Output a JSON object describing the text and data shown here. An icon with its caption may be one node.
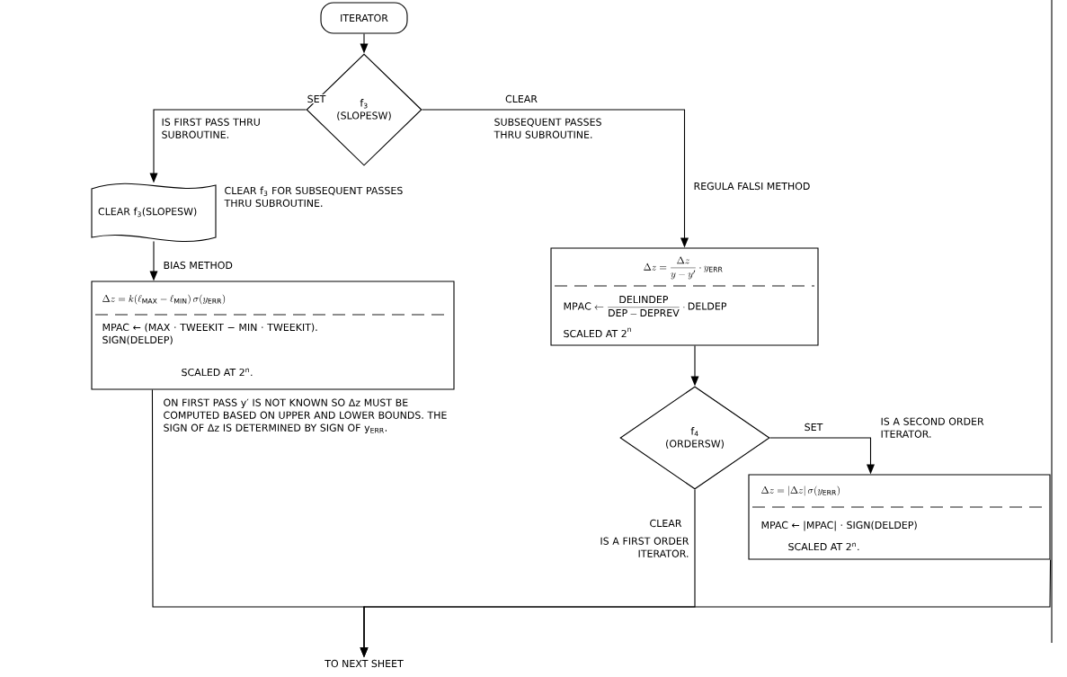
{
  "diagram": {
    "nodes": [
      {
        "text": [
          "ITERATOR"
        ]
      },
      {
        "text": [
          "f$_{3}$ (SLOPESW)"
        ]
      },
      {
        "text": [
          "CLEAR f$_{3}$(SLOPESW)"
        ],
        "beside": [
          "CLEAR f$_{3}$ FOR SUBSEQUENT PASSES THRU SUBROUTINE."
        ]
      },
      {
        "text": [
          "\\Delta z = k(\\ell_{\\mathrm{MAX}} - \\ell_{\\mathrm{MIN}})\\,\\sigma(y_{\\mathrm{ERR}})",
          "MPAC ← (MAX · TWEEKIT − MIN · TWEEKIT). SIGN(DELDEP)",
          "SCALED AT 2$^{n}$."
        ]
      },
      {
        "text": [
          "\\Delta z = \\frac{\\Delta z}{y - y'} \\cdot y_{\\mathrm{ERR}}",
          "\\mathrm{MPAC} \\leftarrow \\frac{\\mathrm{DELINDEP}}{\\mathrm{DEP-DEPREV}} \\cdot \\mathrm{DELDEP}",
          "SCALED AT 2$^{n}$"
        ]
      },
      {
        "text": [
          "f$_{4}$ (ORDERSW)"
        ]
      },
      {
        "text": [
          "\\Delta z = |\\Delta z|\\,\\sigma(y_{\\mathrm{ERR}})",
          "MPAC ← |MPAC| · SIGN(DELDEP)",
          "SCALED AT 2$^{n}$."
        ]
      },
      {
        "text": [
          "TO NEXT SHEET"
        ]
      }
    ],
    "edges": [
      {
        "from": 0,
        "to": 1,
        "arrow": "to"
      },
      {
        "from": 1,
        "to": 2,
        "arrow": "to",
        "label": "SET"
      },
      {
        "from": 1,
        "to": 4,
        "arrow": "to",
        "label": "CLEAR"
      },
      {
        "from": 2,
        "to": 3,
        "arrow": "to",
        "label": "BIAS METHOD"
      },
      {
        "from": 4,
        "to": 5,
        "arrow": "to"
      },
      {
        "from": 5,
        "to": 6,
        "arrow": "to",
        "label": "SET"
      },
      {
        "from": 5,
        "to": 7,
        "arrow": "to",
        "label": "CLEAR"
      },
      {
        "from": 3,
        "to": 7,
        "arrow": "to"
      },
      {
        "from": 6,
        "to": 7,
        "arrow": "to"
      }
    ],
    "labels": [
      "IS FIRST PASS THRU SUBROUTINE.",
      "SUBSEQUENT PASSES THRU SUBROUTINE.",
      "REGULA FALSI METHOD",
      "ON FIRST PASS y′ IS NOT KNOWN SO Δz MUST BE COMPUTED BASED ON UPPER AND LOWER BOUNDS. THE SIGN OF Δz IS DETERMINED BY SIGN OF y$_{ERR}$.",
      "IS A SECOND ORDER ITERATOR.",
      "IS A FIRST ORDER ITERATOR."
    ]
  }
}
